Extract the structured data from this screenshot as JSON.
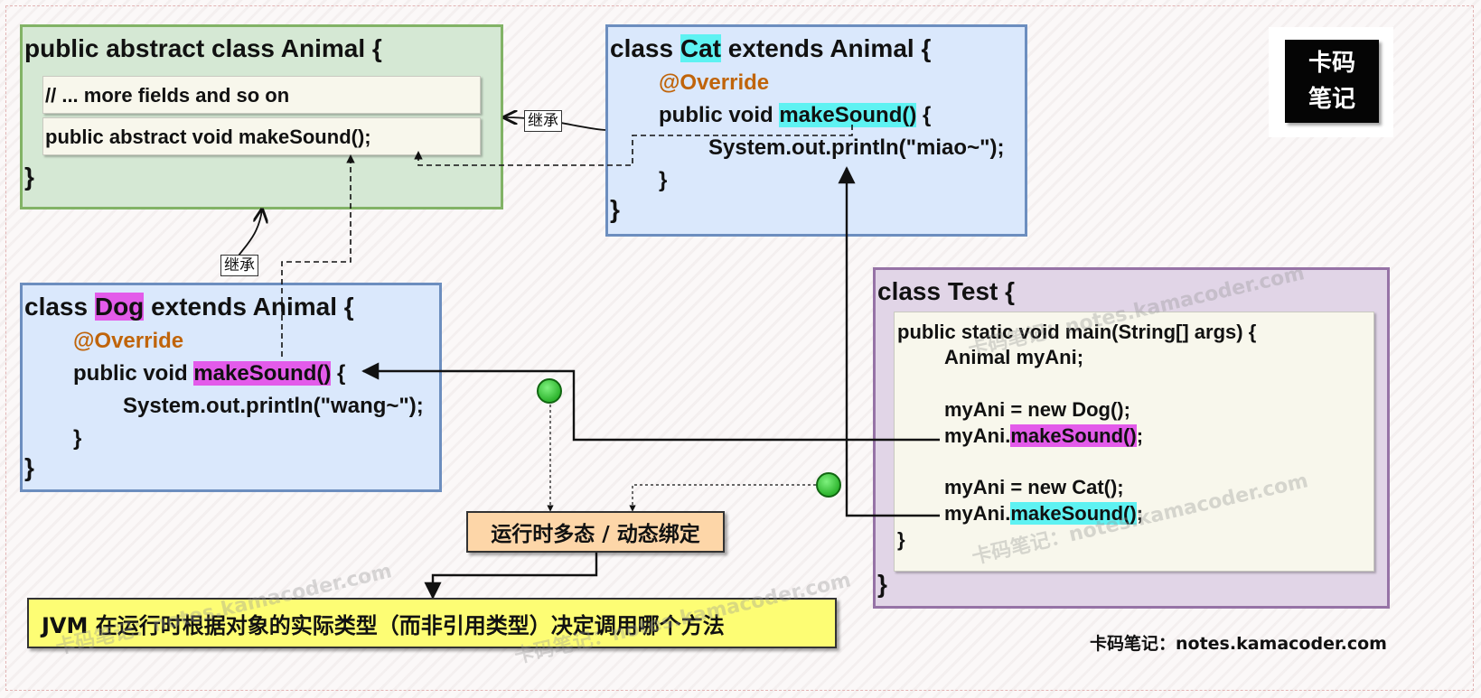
{
  "animal": {
    "header": "public abstract class Animal {",
    "fields": "// ... more fields and so on",
    "method": "public abstract void makeSound();",
    "close": "}"
  },
  "cat": {
    "kw_class": "class ",
    "name": "Cat",
    "rest": " extends Animal {",
    "annotation": "@Override",
    "method_prefix": "public void ",
    "method_name": "makeSound()",
    "method_suffix": " {",
    "body": "System.out.println(\"miao~\");",
    "close_inner": "}",
    "close": "}"
  },
  "dog": {
    "kw_class": "class ",
    "name": "Dog",
    "rest": " extends Animal {",
    "annotation": "@Override",
    "method_prefix": "public void ",
    "method_name": "makeSound()",
    "method_suffix": " {",
    "body": "System.out.println(\"wang~\");",
    "close_inner": "}",
    "close": "}"
  },
  "test": {
    "header": "class Test {",
    "main": "public static void main(String[] args) {",
    "decl": "Animal myAni;",
    "assign_dog": "myAni = new Dog();",
    "call_prefix": "myAni.",
    "call_name": "makeSound()",
    "call_suffix": ";",
    "assign_cat": "myAni = new Cat();",
    "close_inner": "}",
    "close": "}"
  },
  "labels": {
    "inherit_1": "继承",
    "inherit_2": "继承",
    "runtime": "运行时多态 / 动态绑定",
    "jvm": "JVM 在运行时根据对象的实际类型（而非引用类型）决定调用哪个方法"
  },
  "logo": {
    "line1": "卡码",
    "line2": "笔记"
  },
  "footer": "卡码笔记：notes.kamacoder.com",
  "watermarks": {
    "w1": "卡码笔记：notes.kamacoder.com",
    "w2": "卡码笔记：notes.kamacoder.com",
    "w3": "卡码笔记：notes.kamacoder.com",
    "w4": "卡码笔记：notes.kamacoder.com"
  },
  "colors": {
    "animal_bg": "#d5e8d4",
    "animal_border": "#82b366",
    "class_bg": "#dae8fc",
    "class_border": "#6c8ebf",
    "test_bg": "#e1d5e7",
    "test_border": "#9673a6",
    "cyan_highlight": "#5ef2f2",
    "magenta_highlight": "#e35bea",
    "annotation": "#c0640a"
  }
}
